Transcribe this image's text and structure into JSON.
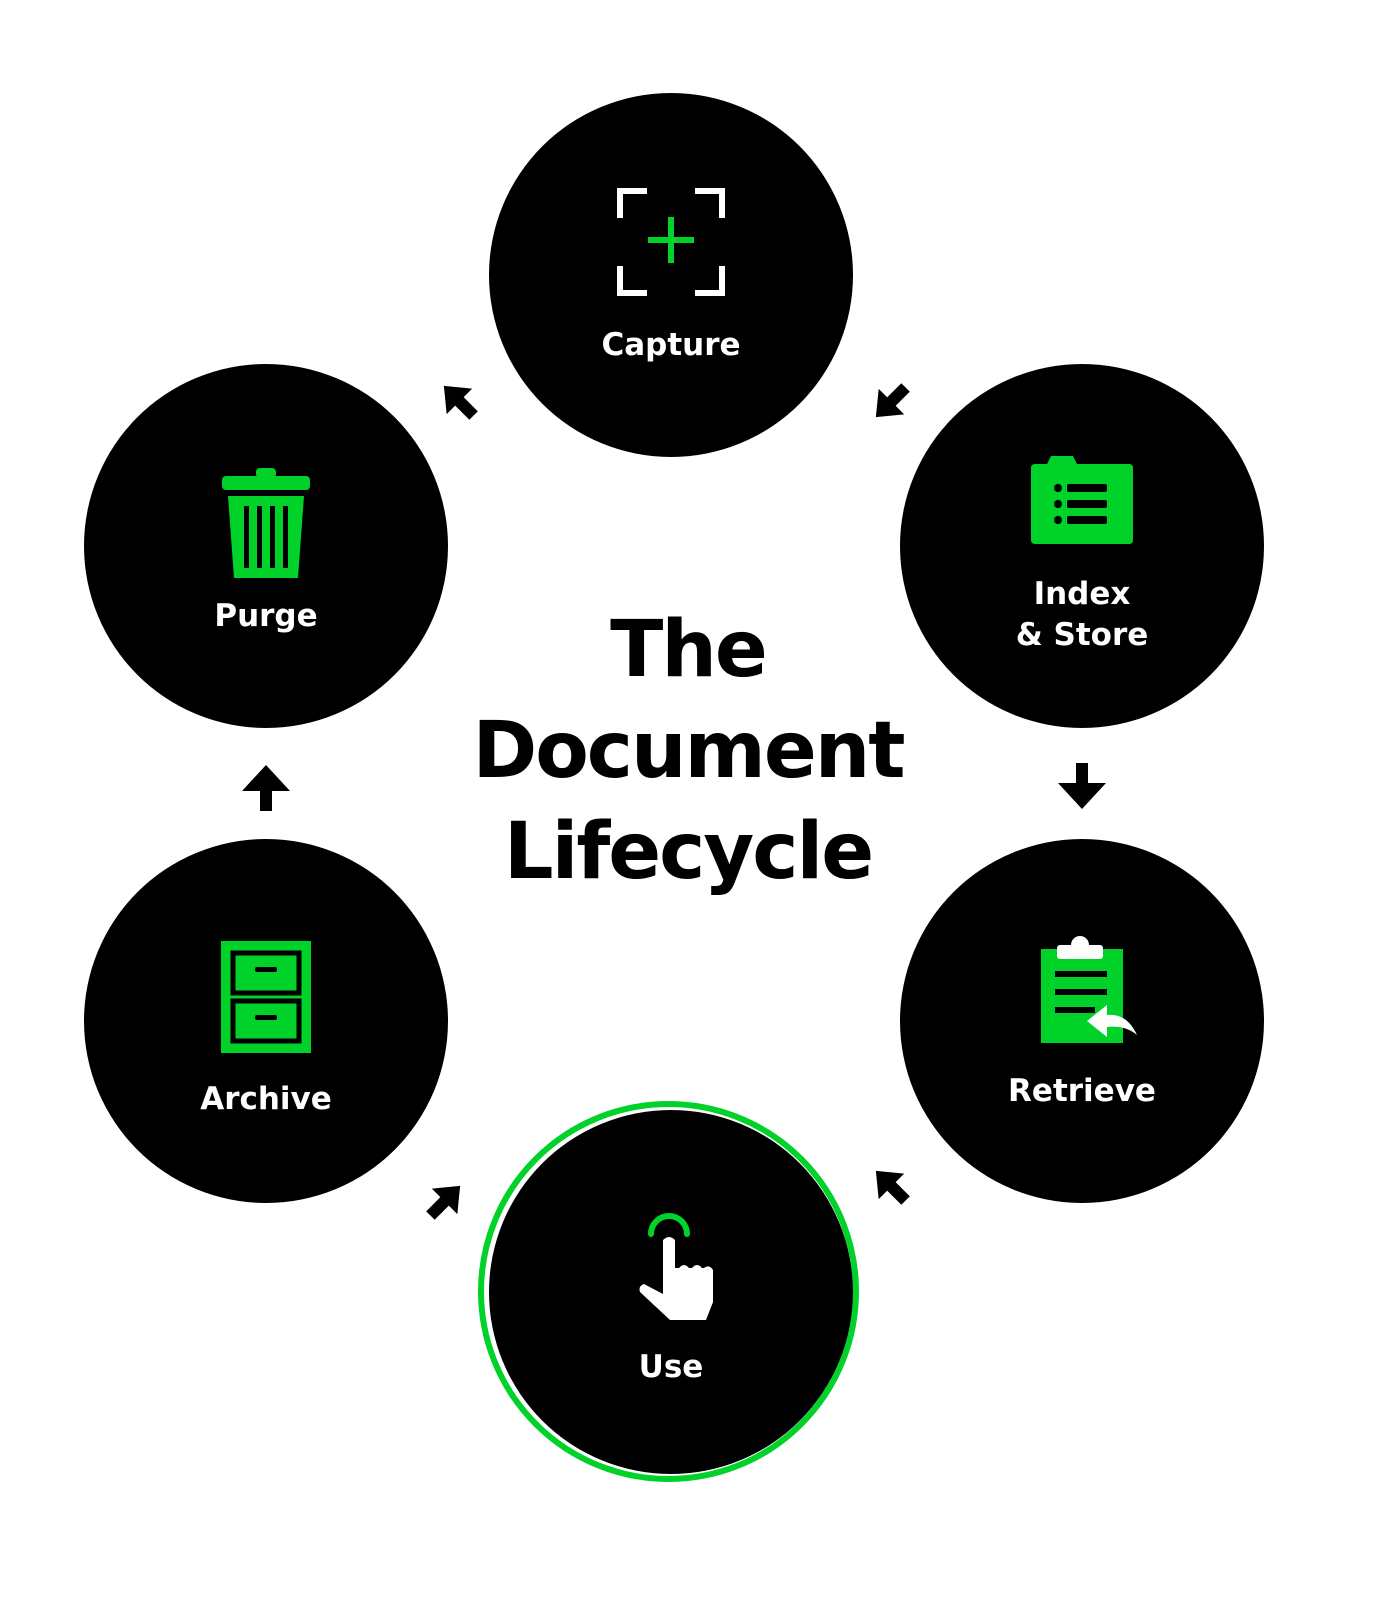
{
  "title": {
    "line1": "The",
    "line2": "Document",
    "line3": "Lifecycle"
  },
  "colors": {
    "accent": "#00d22a",
    "node": "#000000",
    "background": "#ffffff",
    "label": "#ffffff"
  },
  "stages": {
    "capture": {
      "label": "Capture",
      "icon": "capture-frame-plus-icon"
    },
    "index_store": {
      "label": "Index\n& Store",
      "icon": "folder-list-icon"
    },
    "retrieve": {
      "label": "Retrieve",
      "icon": "clipboard-return-icon"
    },
    "use": {
      "label": "Use",
      "icon": "hand-tap-icon",
      "highlighted": true
    },
    "archive": {
      "label": "Archive",
      "icon": "file-cabinet-icon"
    },
    "purge": {
      "label": "Purge",
      "icon": "trash-icon"
    }
  }
}
